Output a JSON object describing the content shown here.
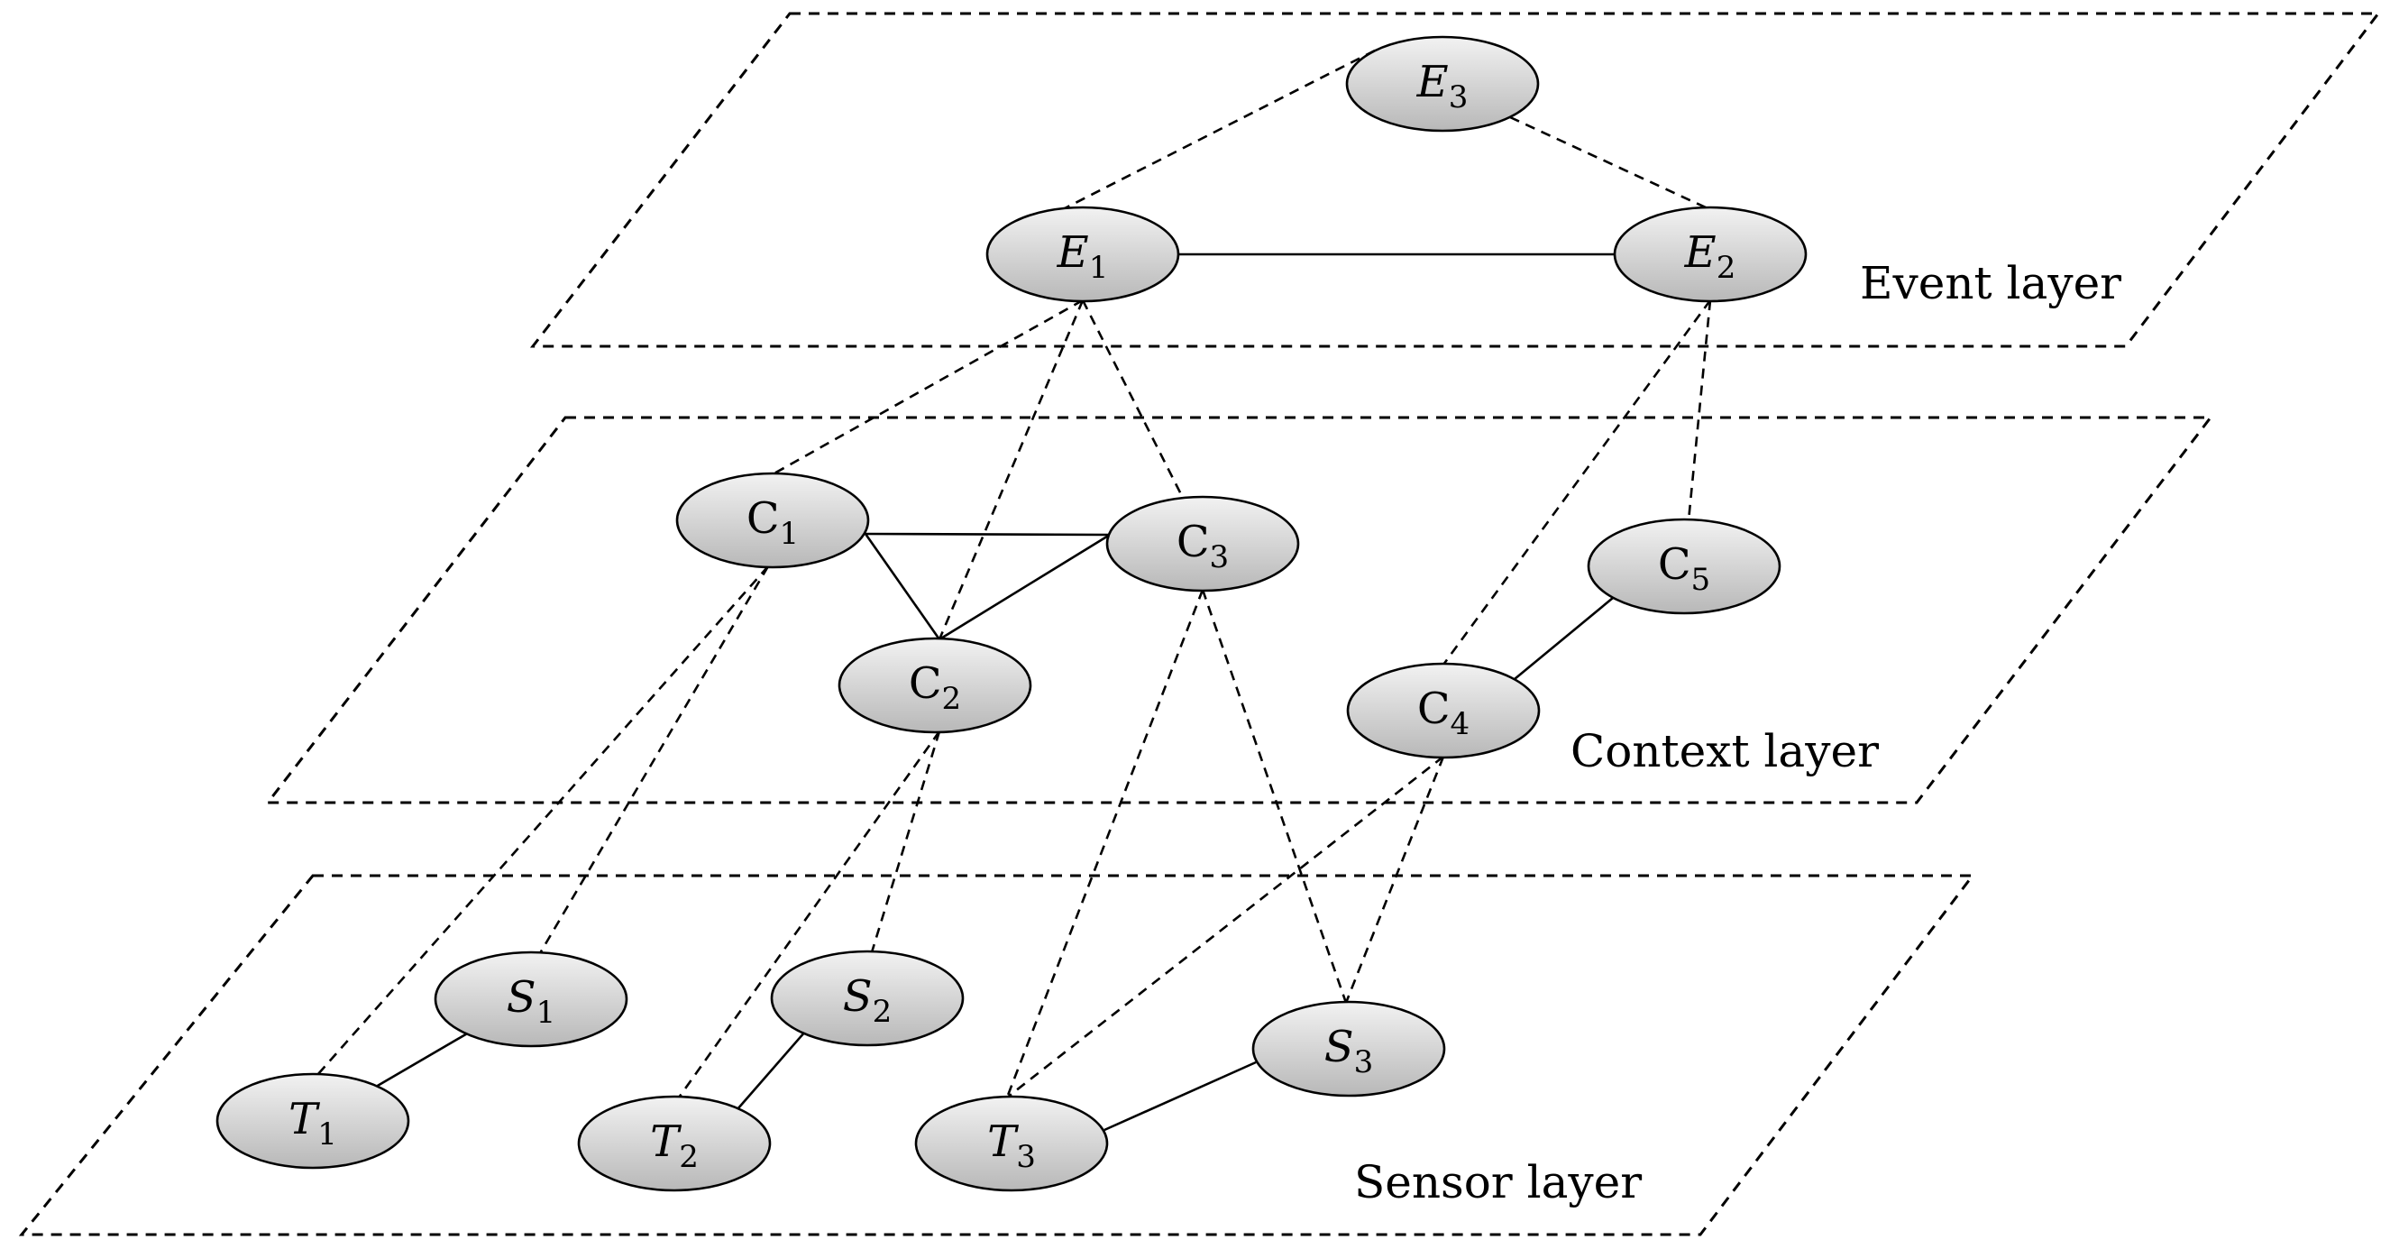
{
  "colors": {
    "node_fill_light": "#f2f2f2",
    "node_fill_dark": "#b8b8b8",
    "stroke": "#000000"
  },
  "layers": [
    {
      "id": "event",
      "label": "Event layer"
    },
    {
      "id": "context",
      "label": "Context layer"
    },
    {
      "id": "sensor",
      "label": "Sensor layer"
    }
  ],
  "nodes": [
    {
      "id": "E3",
      "letter": "E",
      "sub": "3",
      "italic": true,
      "layer": "event"
    },
    {
      "id": "E1",
      "letter": "E",
      "sub": "1",
      "italic": true,
      "layer": "event"
    },
    {
      "id": "E2",
      "letter": "E",
      "sub": "2",
      "italic": true,
      "layer": "event"
    },
    {
      "id": "C1",
      "letter": "C",
      "sub": "1",
      "italic": false,
      "layer": "context"
    },
    {
      "id": "C2",
      "letter": "C",
      "sub": "2",
      "italic": false,
      "layer": "context"
    },
    {
      "id": "C3",
      "letter": "C",
      "sub": "3",
      "italic": false,
      "layer": "context"
    },
    {
      "id": "C4",
      "letter": "C",
      "sub": "4",
      "italic": false,
      "layer": "context"
    },
    {
      "id": "C5",
      "letter": "C",
      "sub": "5",
      "italic": false,
      "layer": "context"
    },
    {
      "id": "S1",
      "letter": "S",
      "sub": "1",
      "italic": true,
      "layer": "sensor"
    },
    {
      "id": "S2",
      "letter": "S",
      "sub": "2",
      "italic": true,
      "layer": "sensor"
    },
    {
      "id": "S3",
      "letter": "S",
      "sub": "3",
      "italic": true,
      "layer": "sensor"
    },
    {
      "id": "T1",
      "letter": "T",
      "sub": "1",
      "italic": true,
      "layer": "sensor"
    },
    {
      "id": "T2",
      "letter": "T",
      "sub": "2",
      "italic": true,
      "layer": "sensor"
    },
    {
      "id": "T3",
      "letter": "T",
      "sub": "3",
      "italic": true,
      "layer": "sensor"
    }
  ],
  "edges": [
    {
      "from": "E1",
      "to": "E2",
      "style": "solid"
    },
    {
      "from": "E3",
      "to": "E1",
      "style": "dashed"
    },
    {
      "from": "E3",
      "to": "E2",
      "style": "dashed"
    },
    {
      "from": "E1",
      "to": "C1",
      "style": "dashed"
    },
    {
      "from": "E1",
      "to": "C2",
      "style": "dashed"
    },
    {
      "from": "E1",
      "to": "C3",
      "style": "dashed"
    },
    {
      "from": "E2",
      "to": "C4",
      "style": "dashed"
    },
    {
      "from": "E2",
      "to": "C5",
      "style": "dashed"
    },
    {
      "from": "C1",
      "to": "C2",
      "style": "solid"
    },
    {
      "from": "C1",
      "to": "C3",
      "style": "solid"
    },
    {
      "from": "C2",
      "to": "C3",
      "style": "solid"
    },
    {
      "from": "C4",
      "to": "C5",
      "style": "solid"
    },
    {
      "from": "C1",
      "to": "T1",
      "style": "dashed"
    },
    {
      "from": "C1",
      "to": "S1",
      "style": "dashed"
    },
    {
      "from": "C2",
      "to": "T2",
      "style": "dashed"
    },
    {
      "from": "C2",
      "to": "S2",
      "style": "dashed"
    },
    {
      "from": "C3",
      "to": "T3",
      "style": "dashed"
    },
    {
      "from": "C3",
      "to": "S3",
      "style": "dashed"
    },
    {
      "from": "C4",
      "to": "T3",
      "style": "dashed"
    },
    {
      "from": "C4",
      "to": "S3",
      "style": "dashed"
    },
    {
      "from": "T1",
      "to": "S1",
      "style": "solid"
    },
    {
      "from": "T2",
      "to": "S2",
      "style": "solid"
    },
    {
      "from": "T3",
      "to": "S3",
      "style": "solid"
    }
  ]
}
